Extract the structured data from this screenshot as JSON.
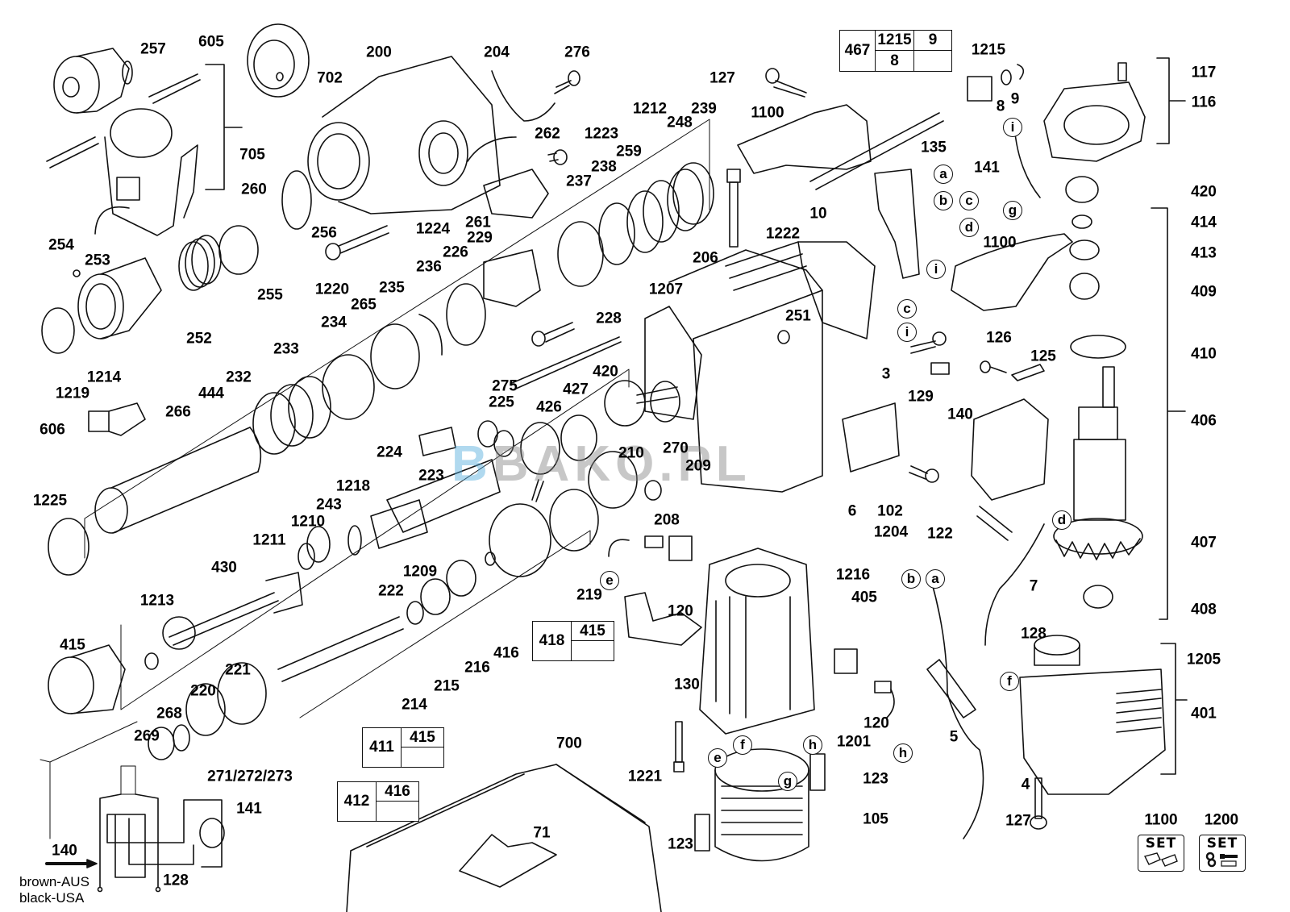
{
  "diagram": {
    "title": "Rotary hammer exploded parts diagram",
    "watermark": {
      "prefix": "B",
      "text": "BAKO.PL"
    },
    "part_labels": [
      {
        "id": "257",
        "text": "257"
      },
      {
        "id": "605",
        "text": "605"
      },
      {
        "id": "702",
        "text": "702"
      },
      {
        "id": "200",
        "text": "200"
      },
      {
        "id": "204",
        "text": "204"
      },
      {
        "id": "276",
        "text": "276"
      },
      {
        "id": "127a",
        "text": "127"
      },
      {
        "id": "1215",
        "text": "1215"
      },
      {
        "id": "8",
        "text": "8"
      },
      {
        "id": "9",
        "text": "9"
      },
      {
        "id": "117",
        "text": "117"
      },
      {
        "id": "116",
        "text": "116"
      },
      {
        "id": "705",
        "text": "705"
      },
      {
        "id": "262",
        "text": "262"
      },
      {
        "id": "1223",
        "text": "1223"
      },
      {
        "id": "1212",
        "text": "1212"
      },
      {
        "id": "239",
        "text": "239"
      },
      {
        "id": "248",
        "text": "248"
      },
      {
        "id": "1100a",
        "text": "1100"
      },
      {
        "id": "135",
        "text": "135"
      },
      {
        "id": "141a",
        "text": "141"
      },
      {
        "id": "260",
        "text": "260"
      },
      {
        "id": "259",
        "text": "259"
      },
      {
        "id": "238",
        "text": "238"
      },
      {
        "id": "237",
        "text": "237"
      },
      {
        "id": "420a",
        "text": "420"
      },
      {
        "id": "256",
        "text": "256"
      },
      {
        "id": "1224",
        "text": "1224"
      },
      {
        "id": "261",
        "text": "261"
      },
      {
        "id": "229",
        "text": "229"
      },
      {
        "id": "1222",
        "text": "1222"
      },
      {
        "id": "10",
        "text": "10"
      },
      {
        "id": "1100b",
        "text": "1100"
      },
      {
        "id": "414",
        "text": "414"
      },
      {
        "id": "254",
        "text": "254"
      },
      {
        "id": "253",
        "text": "253"
      },
      {
        "id": "226",
        "text": "226"
      },
      {
        "id": "413",
        "text": "413"
      },
      {
        "id": "236",
        "text": "236"
      },
      {
        "id": "206",
        "text": "206"
      },
      {
        "id": "255",
        "text": "255"
      },
      {
        "id": "1220",
        "text": "1220"
      },
      {
        "id": "235",
        "text": "235"
      },
      {
        "id": "1207",
        "text": "1207"
      },
      {
        "id": "409",
        "text": "409"
      },
      {
        "id": "265",
        "text": "265"
      },
      {
        "id": "252",
        "text": "252"
      },
      {
        "id": "234",
        "text": "234"
      },
      {
        "id": "251",
        "text": "251"
      },
      {
        "id": "228",
        "text": "228"
      },
      {
        "id": "126",
        "text": "126"
      },
      {
        "id": "125",
        "text": "125"
      },
      {
        "id": "410",
        "text": "410"
      },
      {
        "id": "233",
        "text": "233"
      },
      {
        "id": "1219",
        "text": "1219"
      },
      {
        "id": "1214",
        "text": "1214"
      },
      {
        "id": "232",
        "text": "232"
      },
      {
        "id": "444",
        "text": "444"
      },
      {
        "id": "3",
        "text": "3"
      },
      {
        "id": "275",
        "text": "275"
      },
      {
        "id": "420b",
        "text": "420"
      },
      {
        "id": "225",
        "text": "225"
      },
      {
        "id": "129",
        "text": "129"
      },
      {
        "id": "427",
        "text": "427"
      },
      {
        "id": "266",
        "text": "266"
      },
      {
        "id": "426",
        "text": "426"
      },
      {
        "id": "140a",
        "text": "140"
      },
      {
        "id": "606",
        "text": "606"
      },
      {
        "id": "406",
        "text": "406"
      },
      {
        "id": "210",
        "text": "210"
      },
      {
        "id": "224",
        "text": "224"
      },
      {
        "id": "270",
        "text": "270"
      },
      {
        "id": "209",
        "text": "209"
      },
      {
        "id": "1225",
        "text": "1225"
      },
      {
        "id": "223",
        "text": "223"
      },
      {
        "id": "6",
        "text": "6"
      },
      {
        "id": "102",
        "text": "102"
      },
      {
        "id": "1218",
        "text": "1218"
      },
      {
        "id": "243",
        "text": "243"
      },
      {
        "id": "208",
        "text": "208"
      },
      {
        "id": "1204",
        "text": "1204"
      },
      {
        "id": "122",
        "text": "122"
      },
      {
        "id": "1210",
        "text": "1210"
      },
      {
        "id": "1211",
        "text": "1211"
      },
      {
        "id": "407",
        "text": "407"
      },
      {
        "id": "430",
        "text": "430"
      },
      {
        "id": "1209",
        "text": "1209"
      },
      {
        "id": "1216",
        "text": "1216"
      },
      {
        "id": "222",
        "text": "222"
      },
      {
        "id": "405",
        "text": "405"
      },
      {
        "id": "7",
        "text": "7"
      },
      {
        "id": "219",
        "text": "219"
      },
      {
        "id": "1213",
        "text": "1213"
      },
      {
        "id": "120a",
        "text": "120"
      },
      {
        "id": "408",
        "text": "408"
      },
      {
        "id": "128a",
        "text": "128"
      },
      {
        "id": "415a",
        "text": "415"
      },
      {
        "id": "416",
        "text": "416"
      },
      {
        "id": "216",
        "text": "216"
      },
      {
        "id": "1205",
        "text": "1205"
      },
      {
        "id": "130",
        "text": "130"
      },
      {
        "id": "215",
        "text": "215"
      },
      {
        "id": "221",
        "text": "221"
      },
      {
        "id": "214",
        "text": "214"
      },
      {
        "id": "220",
        "text": "220"
      },
      {
        "id": "401",
        "text": "401"
      },
      {
        "id": "268",
        "text": "268"
      },
      {
        "id": "120b",
        "text": "120"
      },
      {
        "id": "1201",
        "text": "1201"
      },
      {
        "id": "5",
        "text": "5"
      },
      {
        "id": "269",
        "text": "269"
      },
      {
        "id": "700",
        "text": "700"
      },
      {
        "id": "271_273",
        "text": "271/272/273"
      },
      {
        "id": "1221",
        "text": "1221"
      },
      {
        "id": "123a",
        "text": "123"
      },
      {
        "id": "4",
        "text": "4"
      },
      {
        "id": "141b",
        "text": "141"
      },
      {
        "id": "127b",
        "text": "127"
      },
      {
        "id": "105",
        "text": "105"
      },
      {
        "id": "71",
        "text": "71"
      },
      {
        "id": "123b",
        "text": "123"
      },
      {
        "id": "140b",
        "text": "140"
      },
      {
        "id": "128b",
        "text": "128"
      },
      {
        "id": "1100c",
        "text": "1100"
      },
      {
        "id": "1200",
        "text": "1200"
      }
    ],
    "connector_markers": [
      {
        "id": "i1",
        "text": "i"
      },
      {
        "id": "a1",
        "text": "a"
      },
      {
        "id": "b1",
        "text": "b"
      },
      {
        "id": "c1",
        "text": "c"
      },
      {
        "id": "g1",
        "text": "g"
      },
      {
        "id": "d1",
        "text": "d"
      },
      {
        "id": "i2",
        "text": "i"
      },
      {
        "id": "c2",
        "text": "c"
      },
      {
        "id": "i3",
        "text": "i"
      },
      {
        "id": "e1",
        "text": "e"
      },
      {
        "id": "b2",
        "text": "b"
      },
      {
        "id": "a2",
        "text": "a"
      },
      {
        "id": "d2",
        "text": "d"
      },
      {
        "id": "f1",
        "text": "f"
      },
      {
        "id": "h1",
        "text": "h"
      },
      {
        "id": "e2",
        "text": "e"
      },
      {
        "id": "f2",
        "text": "f"
      },
      {
        "id": "g2",
        "text": "g"
      },
      {
        "id": "h2",
        "text": "h"
      }
    ],
    "reference_tables": [
      {
        "id": "t467",
        "main": "467",
        "cells": [
          "1215",
          "9",
          "8",
          ""
        ]
      },
      {
        "id": "t418",
        "main": "418",
        "cells": [
          "415",
          ""
        ]
      },
      {
        "id": "t411",
        "main": "411",
        "cells": [
          "415",
          ""
        ]
      },
      {
        "id": "t412",
        "main": "412",
        "cells": [
          "416",
          ""
        ]
      }
    ],
    "set_badges": [
      {
        "id": "set1100",
        "number": "1100",
        "label": "SET",
        "icon": "housing-parts-icon"
      },
      {
        "id": "set1200",
        "number": "1200",
        "label": "SET",
        "icon": "seal-screw-grease-icon"
      }
    ],
    "wiring_legend": {
      "line1": "brown-AUS",
      "line2": "black-USA"
    }
  }
}
